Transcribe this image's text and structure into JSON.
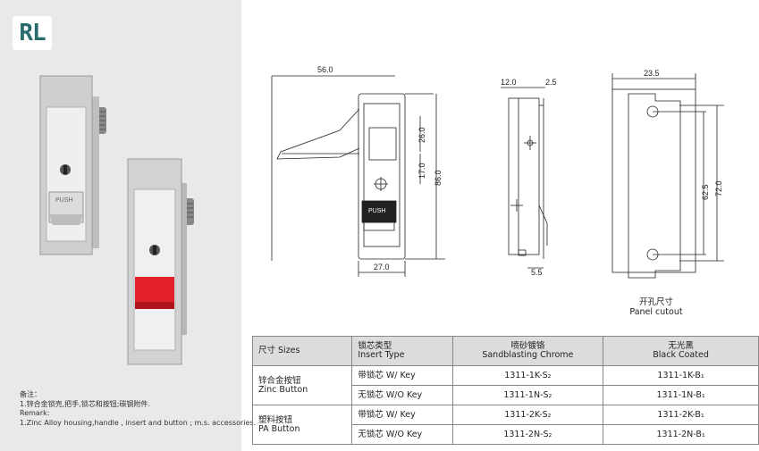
{
  "logo": {
    "text": "RL"
  },
  "notes": {
    "title": "备注：",
    "line1": "1.锌合金锁壳,把手,锁芯和按钮;碳钢附件.",
    "remark": "Remark:",
    "line2": "1.Zinc Alloy housing,handle , insert and button ; m.s. accessories."
  },
  "photo": {
    "push_label": "PUSH"
  },
  "drawing": {
    "dim_56": "56.0",
    "dim_26": "26.0",
    "dim_17": "17.0",
    "dim_86": "86.0",
    "dim_27": "27.0",
    "push_label": "PUSH",
    "dim_12": "12.0",
    "dim_2_5": "2.5",
    "dim_5_5": "5.5",
    "dim_23_5": "23.5",
    "dim_62_5": "62.5",
    "dim_72": "72.0"
  },
  "caption": {
    "cn": "开孔尺寸",
    "en": "Panel cutout"
  },
  "table": {
    "headers": [
      {
        "cn": "尺寸 Sizes",
        "en": ""
      },
      {
        "cn": "锁芯类型",
        "en": "Insert Type"
      },
      {
        "cn": "喷砂镀铬",
        "en": "Sandblasting Chrome"
      },
      {
        "cn": "无光黑",
        "en": "Black Coated"
      }
    ],
    "groups": [
      {
        "cn": "锌合金按钮",
        "en": "Zinc Button",
        "rows": [
          {
            "insert": "带锁芯 W/ Key",
            "chrome": "1311-1K-S₂",
            "black": "1311-1K-B₁"
          },
          {
            "insert": "无锁芯 W/O Key",
            "chrome": "1311-1N-S₂",
            "black": "1311-1N-B₁"
          }
        ]
      },
      {
        "cn": "塑料按钮",
        "en": "PA Button",
        "rows": [
          {
            "insert": "带锁芯 W/ Key",
            "chrome": "1311-2K-S₂",
            "black": "1311-2K-B₁"
          },
          {
            "insert": "无锁芯 W/O Key",
            "chrome": "1311-2N-S₂",
            "black": "1311-2N-B₁"
          }
        ]
      }
    ]
  }
}
